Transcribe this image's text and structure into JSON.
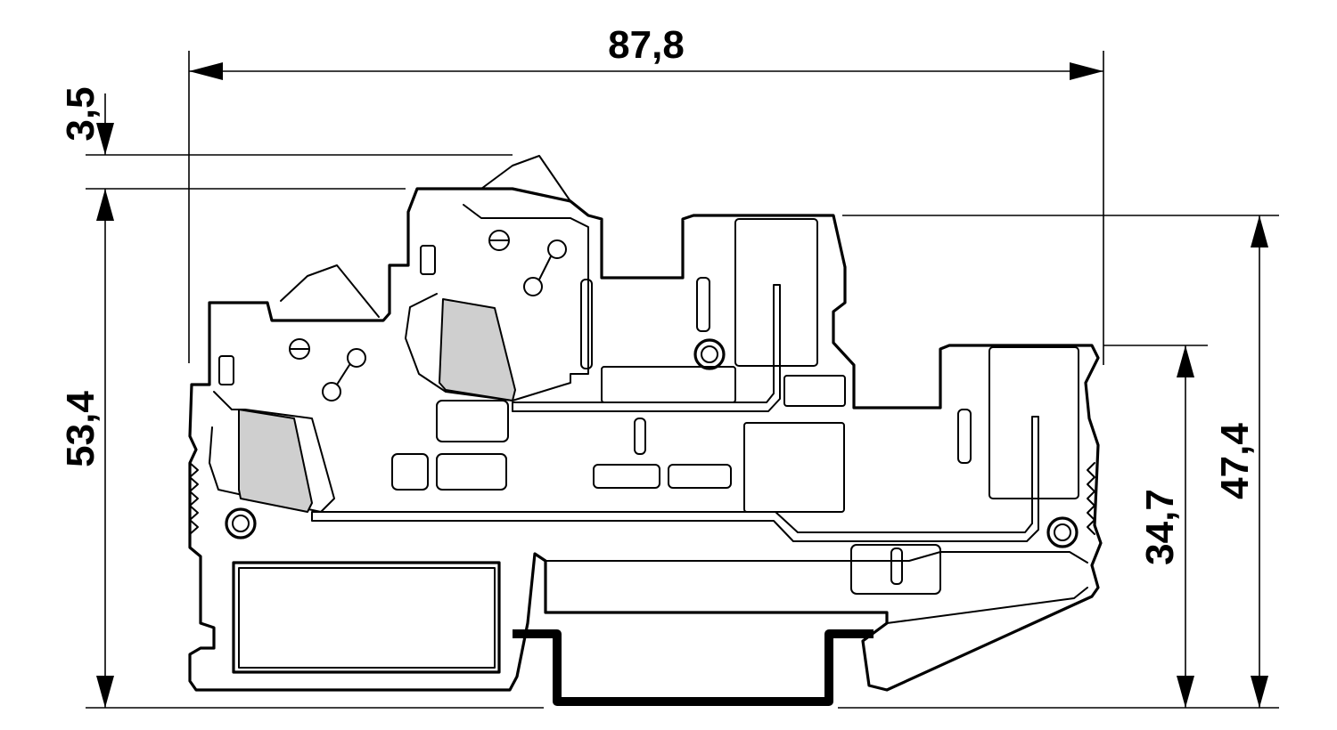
{
  "dimensions": {
    "overall_width": "87,8",
    "top_offset": "3,5",
    "left_height": "53,4",
    "right_height_outer": "47,4",
    "right_height_inner": "34,7"
  }
}
